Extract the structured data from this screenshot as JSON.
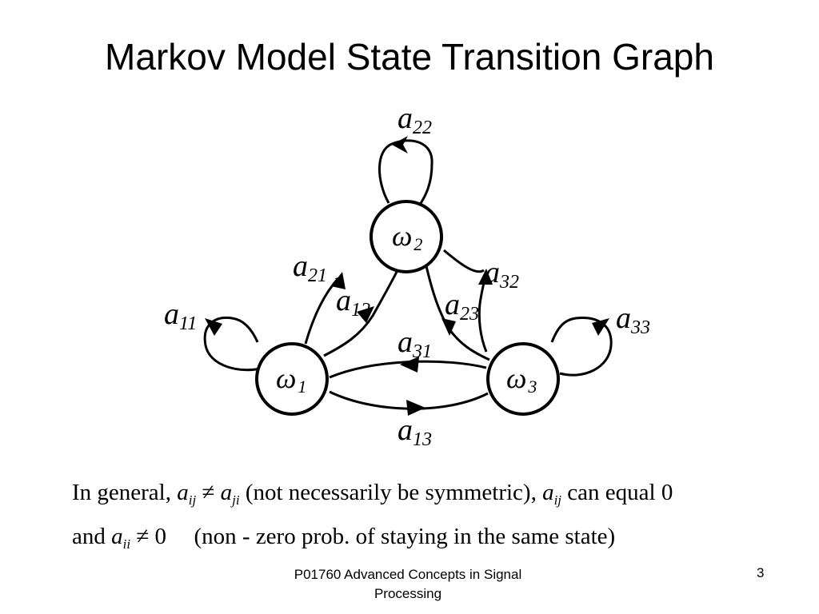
{
  "slide": {
    "title": "Markov Model State Transition Graph",
    "footer": "P01760 Advanced Concepts in Signal Processing",
    "page_number": "3"
  },
  "diagram": {
    "states": [
      {
        "id": "w1",
        "symbol": "ω",
        "sub": "1"
      },
      {
        "id": "w2",
        "symbol": "ω",
        "sub": "2"
      },
      {
        "id": "w3",
        "symbol": "ω",
        "sub": "3"
      }
    ],
    "transitions": [
      {
        "id": "a11",
        "letter": "a",
        "sub": "11"
      },
      {
        "id": "a22",
        "letter": "a",
        "sub": "22"
      },
      {
        "id": "a33",
        "letter": "a",
        "sub": "33"
      },
      {
        "id": "a12",
        "letter": "a",
        "sub": "12"
      },
      {
        "id": "a21",
        "letter": "a",
        "sub": "21"
      },
      {
        "id": "a23",
        "letter": "a",
        "sub": "23"
      },
      {
        "id": "a32",
        "letter": "a",
        "sub": "32"
      },
      {
        "id": "a13",
        "letter": "a",
        "sub": "13"
      },
      {
        "id": "a31",
        "letter": "a",
        "sub": "31"
      }
    ]
  },
  "text": {
    "line1": {
      "lead": "In general,",
      "a": "a",
      "ij": "ij",
      "neq": "≠",
      "ji": "ji",
      "paren": "(not necessarily be symmetric),",
      "tail": "can equal 0"
    },
    "line2": {
      "lead": "and",
      "a": "a",
      "ii": "ii",
      "neq": "≠",
      "zero": "0",
      "paren": "(non - zero prob. of staying in the same state)"
    }
  }
}
